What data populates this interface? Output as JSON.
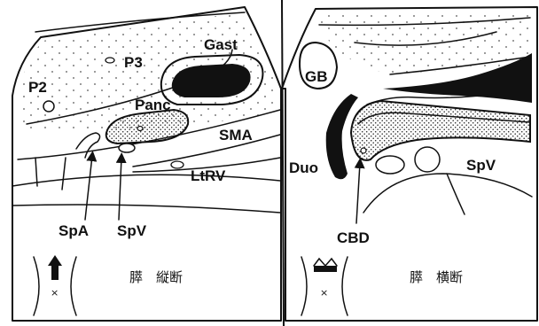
{
  "left_panel": {
    "labels": {
      "gast": "Gast",
      "p3": "P3",
      "p2": "P2",
      "panc": "Panc",
      "sma": "SMA",
      "ltrv": "LtRV",
      "spa": "SpA",
      "spv": "SpV"
    },
    "caption": "膵　縦断"
  },
  "right_panel": {
    "labels": {
      "gb": "GB",
      "duo": "Duo",
      "spv": "SpV",
      "cbd": "CBD"
    },
    "caption": "膵　横断"
  }
}
